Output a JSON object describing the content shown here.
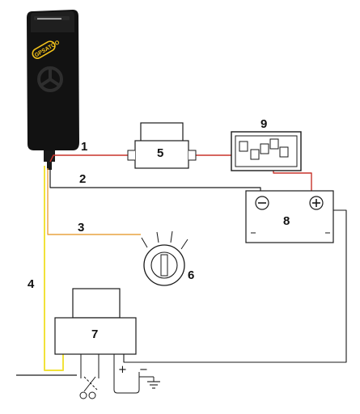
{
  "device": {
    "brand_text": "GPSATOO",
    "brand_color": "#f2c21b",
    "body_color": "#121212",
    "icon": "steering-wheel-icon"
  },
  "wire_colors": {
    "red": "#c8322a",
    "black": "#1a1a1a",
    "orange": "#e9a440",
    "yellow": "#f1e23a"
  },
  "labels": {
    "wire_1": "1",
    "wire_2": "2",
    "wire_3": "3",
    "wire_4": "4",
    "fuse": "5",
    "ignition_switch": "6",
    "relay": "7",
    "battery": "8",
    "fuse_box": "9",
    "plus": "+",
    "minus": "−"
  }
}
